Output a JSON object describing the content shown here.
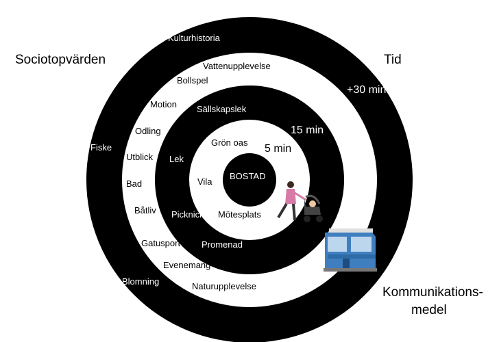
{
  "corner_labels": {
    "sociotop": "Sociotopvärden",
    "tid": "Tid",
    "kommunikation_line1": "Kommunikations-",
    "kommunikation_line2": "medel"
  },
  "center": {
    "label": "BOSTAD"
  },
  "time_labels": {
    "t5": "5 min",
    "t15": "15 min",
    "t30": "30 min",
    "t30plus": "+30 min"
  },
  "zone_5min": [
    "Grön oas",
    "Vila",
    "Mötesplats"
  ],
  "zone_15min": [
    "Sällskapslek",
    "Lek",
    "Picknick",
    "Promenad"
  ],
  "zone_30min": [
    "Bollspel",
    "Motion",
    "Odling",
    "Utblick",
    "Bad",
    "Båtliv",
    "Gatusport",
    "Evenemang",
    "Naturupplevelse",
    "Vattenupplevelse"
  ],
  "zone_30plus": [
    "Kulturhistoria",
    "Fiske",
    "Blomning"
  ],
  "colors": {
    "ring_dark": "#000000",
    "ring_light": "#ffffff",
    "tram_body": "#3f7fbf"
  },
  "icons": [
    "person-with-stroller-icon",
    "tram-icon"
  ]
}
